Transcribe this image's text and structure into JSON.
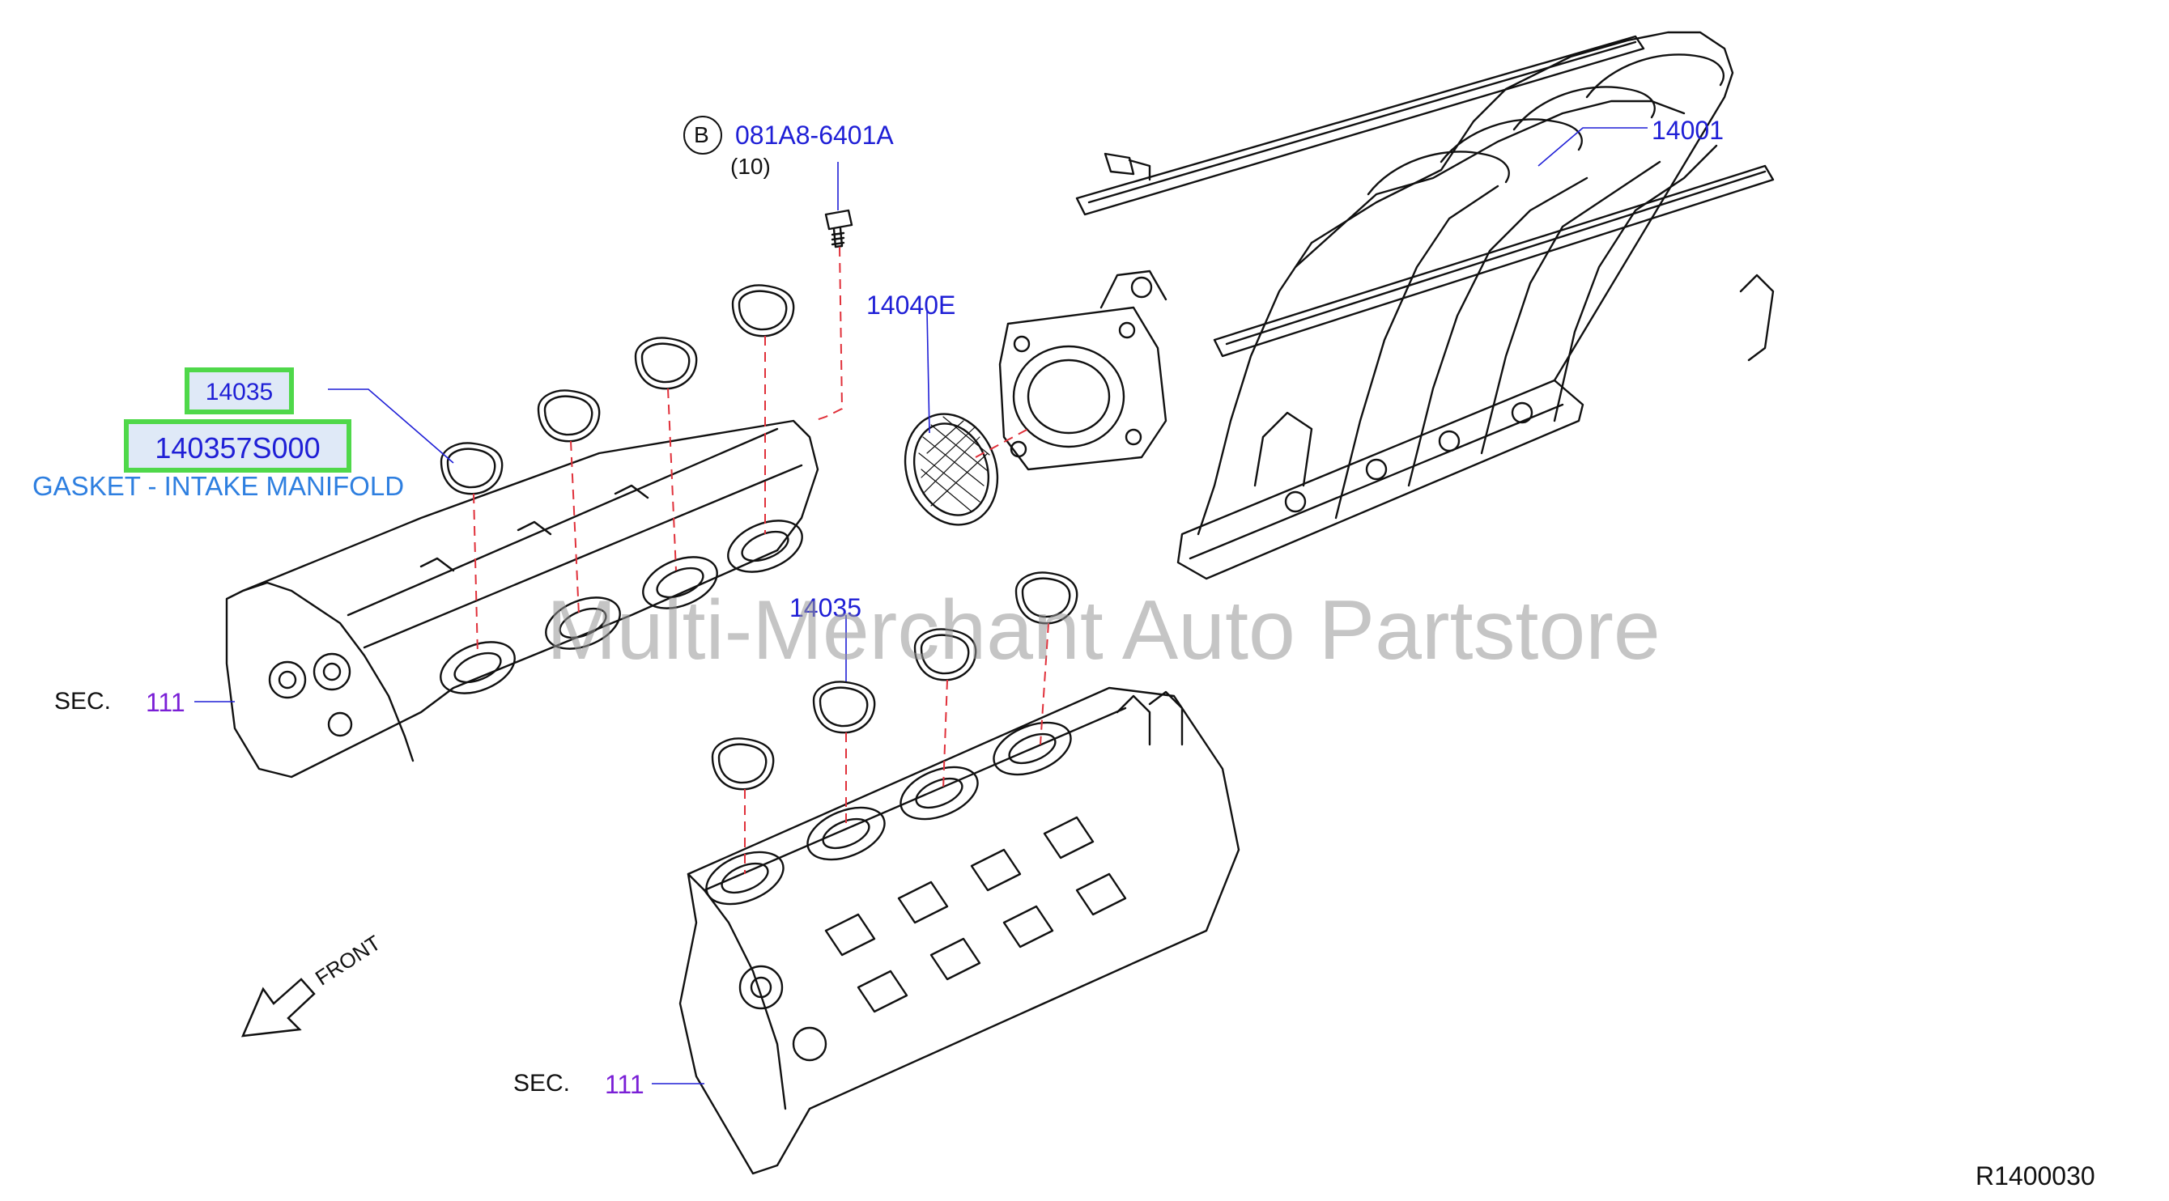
{
  "callouts": {
    "bolt_marker": "B",
    "bolt_part": "081A8-6401A",
    "bolt_qty": "(10)",
    "manifold_part": "14001",
    "throttle_gasket_part": "14040E",
    "gasket_upper_part": "14035",
    "gasket_lower_part": "14035",
    "sec_upper_label": "SEC.",
    "sec_upper_num": "111",
    "sec_lower_label": "SEC.",
    "sec_lower_num": "111",
    "front_label": "FRONT",
    "diagram_code": "R1400030"
  },
  "highlight": {
    "part_code": "14035",
    "part_number": "140357S000",
    "description": "GASKET - INTAKE MANIFOLD"
  },
  "watermark": "Multi-Merchant Auto Partstore",
  "colors": {
    "callout_blue": "#1f1fd6",
    "section_purple": "#7a1fd6",
    "highlight_border": "#4fd84a",
    "highlight_fill": "#dfe9f7",
    "description_blue": "#2e7fe0",
    "dashed_red": "#e0303a",
    "line_art": "#111111"
  }
}
